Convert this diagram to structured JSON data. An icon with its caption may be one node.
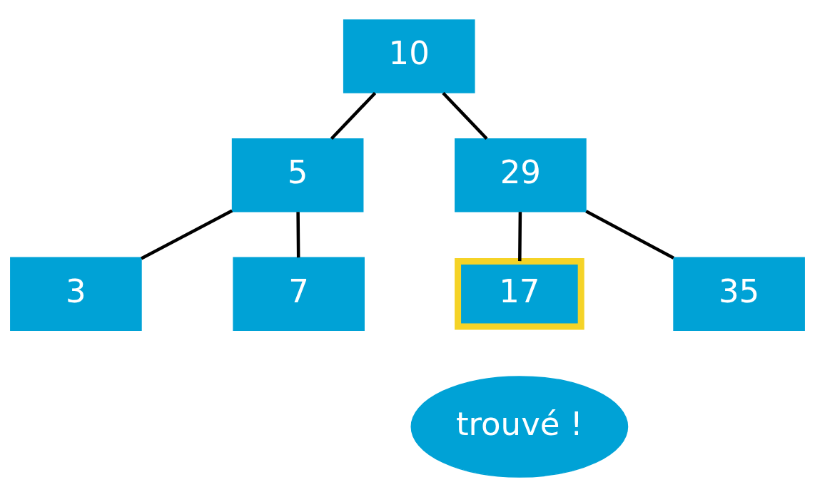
{
  "diagram": {
    "nodes": [
      {
        "text": [
          "10"
        ]
      },
      {
        "text": [
          "5"
        ]
      },
      {
        "text": [
          "29"
        ]
      },
      {
        "text": [
          "3"
        ]
      },
      {
        "text": [
          "7"
        ]
      },
      {
        "text": [
          "17"
        ]
      },
      {
        "text": [
          "35"
        ]
      },
      {
        "text": [
          "trouvé !"
        ]
      }
    ],
    "edges": [
      {
        "from": 0,
        "to": 1,
        "arrow": "none"
      },
      {
        "from": 0,
        "to": 2,
        "arrow": "none"
      },
      {
        "from": 1,
        "to": 3,
        "arrow": "none"
      },
      {
        "from": 1,
        "to": 4,
        "arrow": "none"
      },
      {
        "from": 2,
        "to": 5,
        "arrow": "none"
      },
      {
        "from": 2,
        "to": 6,
        "arrow": "none"
      }
    ]
  }
}
